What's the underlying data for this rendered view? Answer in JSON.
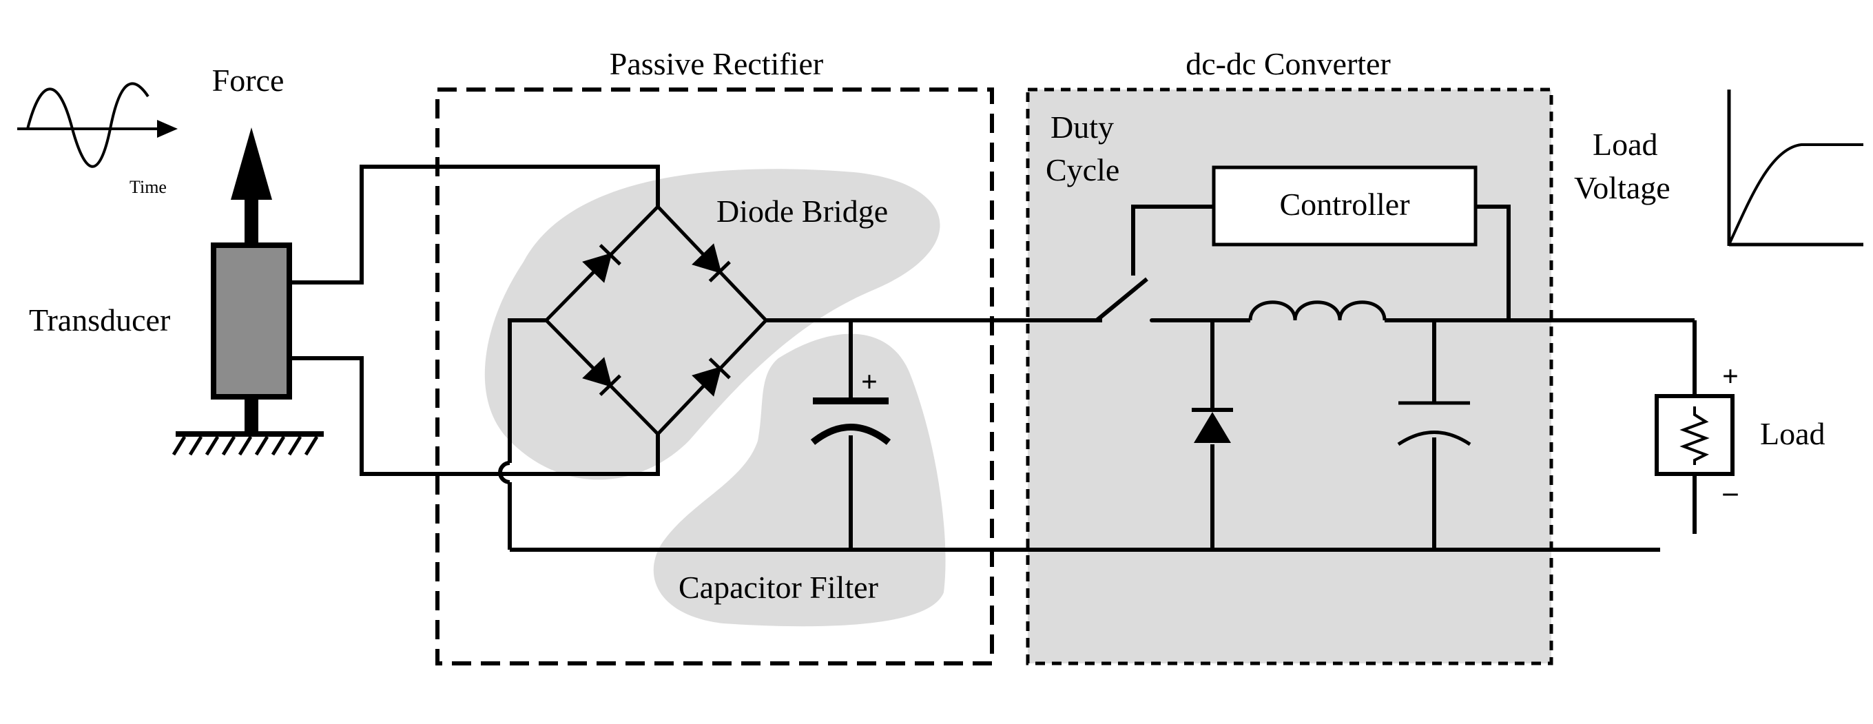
{
  "labels": {
    "force": "Force",
    "time": "Time",
    "transducer": "Transducer",
    "passive_rectifier": "Passive Rectifier",
    "diode_bridge": "Diode Bridge",
    "capacitor_filter": "Capacitor Filter",
    "dcdc_converter": "dc-dc Converter",
    "duty_line1": "Duty",
    "duty_line2": "Cycle",
    "controller": "Controller",
    "load_voltage_line1": "Load",
    "load_voltage_line2": "Voltage",
    "load": "Load",
    "plus": "+",
    "minus": "–",
    "cap_plus": "+"
  },
  "colors": {
    "wire": "#000000",
    "shade": "#dcdcdc",
    "transducer_fill": "#8c8c8c"
  }
}
